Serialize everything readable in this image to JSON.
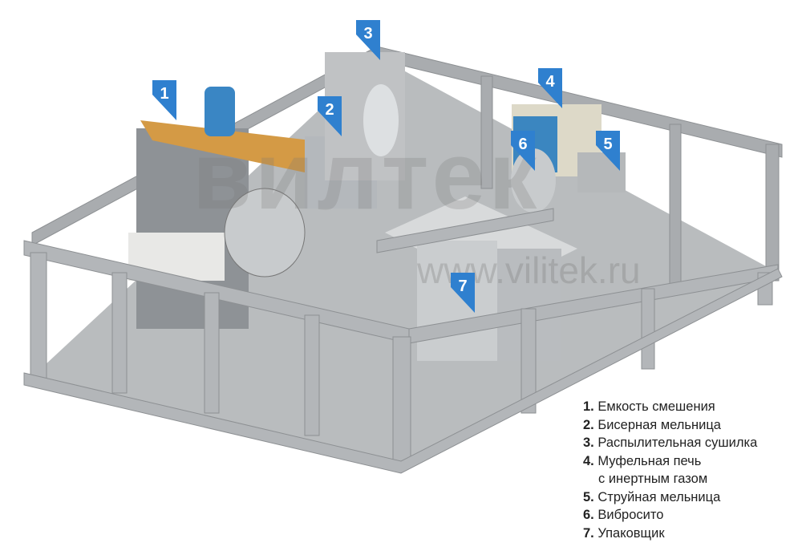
{
  "watermark": {
    "logo": "вилтек",
    "url": "www.vilitek.ru"
  },
  "markers": [
    {
      "num": "1"
    },
    {
      "num": "2"
    },
    {
      "num": "3"
    },
    {
      "num": "4"
    },
    {
      "num": "5"
    },
    {
      "num": "6"
    },
    {
      "num": "7"
    }
  ],
  "marker_color": "#2f80cf",
  "legend": [
    {
      "num": "1.",
      "label": "Емкость смешения"
    },
    {
      "num": "2.",
      "label": "Бисерная мельница"
    },
    {
      "num": "3.",
      "label": "Распылительная сушилка"
    },
    {
      "num": "4.",
      "label": "Муфельная печь",
      "label2": "с инертным газом"
    },
    {
      "num": "5.",
      "label": "Струйная мельница"
    },
    {
      "num": "6.",
      "label": "Вибросито"
    },
    {
      "num": "7.",
      "label": "Упаковщик"
    }
  ]
}
